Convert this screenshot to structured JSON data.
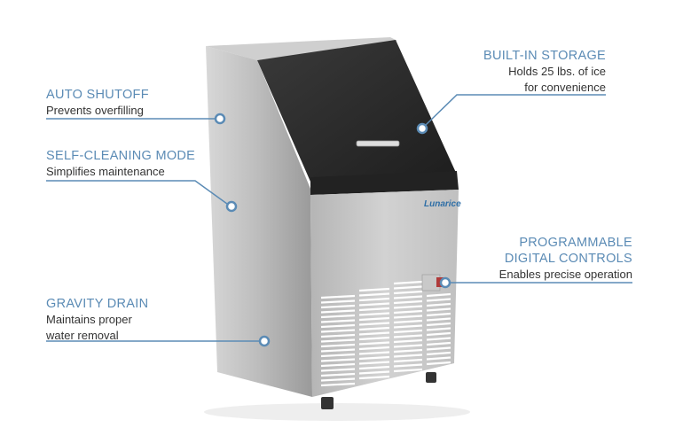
{
  "brand_logo": "Lunarice",
  "accent_color": "#5b8bb5",
  "callouts": {
    "auto_shutoff": {
      "title": "AUTO SHUTOFF",
      "desc": "Prevents overfilling"
    },
    "self_cleaning": {
      "title": "SELF-CLEANING MODE",
      "desc": "Simplifies maintenance"
    },
    "gravity_drain": {
      "title": "GRAVITY DRAIN",
      "desc1": "Maintains proper",
      "desc2": "water removal"
    },
    "built_in_storage": {
      "title": "BUILT-IN STORAGE",
      "desc1": "Holds 25 lbs. of ice",
      "desc2": "for convenience"
    },
    "digital_controls": {
      "title1": "PROGRAMMABLE",
      "title2": "DIGITAL CONTROLS",
      "desc": "Enables precise operation"
    }
  }
}
